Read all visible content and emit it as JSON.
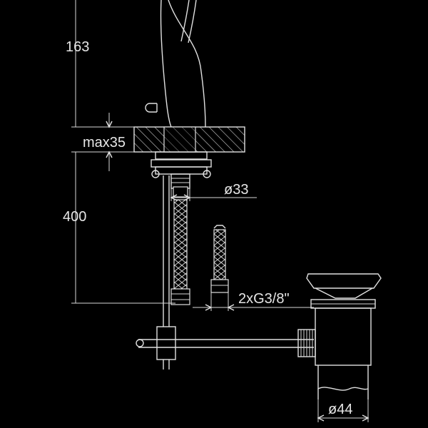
{
  "dimensions": {
    "spout_height": "163",
    "deck_thickness": "max35",
    "below_deck_height": "400",
    "shank_diameter": "ø33",
    "supply_connection": "2xG3/8\"",
    "waste_diameter": "ø44"
  },
  "colors": {
    "background": "#000000",
    "lines": "#e0e0e0",
    "text": "#e6e6e6"
  }
}
